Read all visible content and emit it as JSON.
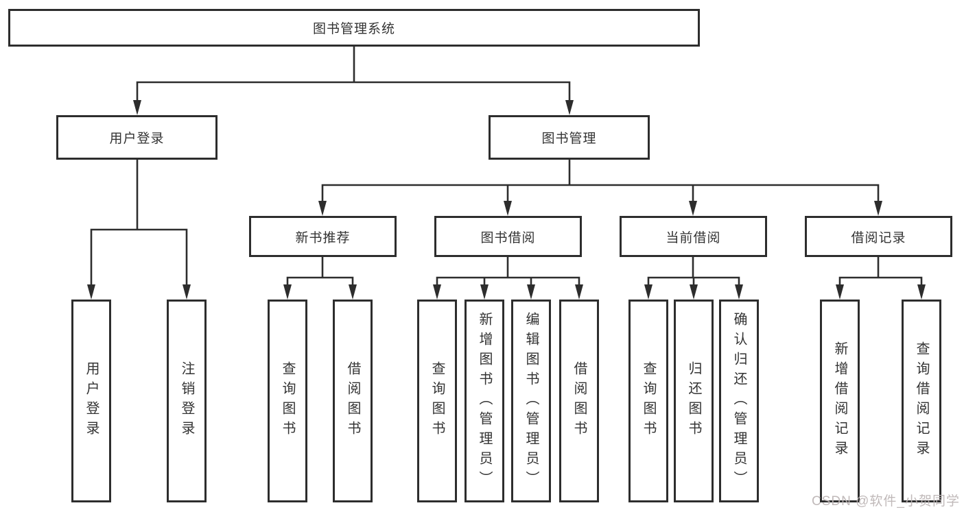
{
  "diagram_title": "图书管理系统",
  "nodes": {
    "root": {
      "label": "图书管理系统"
    },
    "l2": [
      {
        "label": "用户登录"
      },
      {
        "label": "图书管理"
      }
    ],
    "l3": [
      {
        "label": "新书推荐"
      },
      {
        "label": "图书借阅"
      },
      {
        "label": "当前借阅"
      },
      {
        "label": "借阅记录"
      }
    ],
    "leaves": [
      {
        "label": "用户登录"
      },
      {
        "label": "注销登录"
      },
      {
        "label": "查询图书"
      },
      {
        "label": "借阅图书"
      },
      {
        "label": "查询图书"
      },
      {
        "label": "新增图书（管理员）"
      },
      {
        "label": "编辑图书（管理员）"
      },
      {
        "label": "借阅图书"
      },
      {
        "label": "查询图书"
      },
      {
        "label": "归还图书"
      },
      {
        "label": "确认归还（管理员）"
      },
      {
        "label": "新增借阅记录"
      },
      {
        "label": "查询借阅记录"
      }
    ]
  },
  "hierarchy": [
    {
      "parent": "图书管理系统",
      "children": [
        "用户登录",
        "图书管理"
      ]
    },
    {
      "parent": "用户登录",
      "children": [
        "用户登录",
        "注销登录"
      ]
    },
    {
      "parent": "图书管理",
      "children": [
        "新书推荐",
        "图书借阅",
        "当前借阅",
        "借阅记录"
      ]
    },
    {
      "parent": "新书推荐",
      "children": [
        "查询图书",
        "借阅图书"
      ]
    },
    {
      "parent": "图书借阅",
      "children": [
        "查询图书",
        "新增图书（管理员）",
        "编辑图书（管理员）",
        "借阅图书"
      ]
    },
    {
      "parent": "当前借阅",
      "children": [
        "查询图书",
        "归还图书",
        "确认归还（管理员）"
      ]
    },
    {
      "parent": "借阅记录",
      "children": [
        "新增借阅记录",
        "查询借阅记录"
      ]
    }
  ],
  "watermark": {
    "text": "CSDN @软件_小贺同学"
  },
  "colors": {
    "line": "#2d2d2d",
    "text": "#333333",
    "background": "#ffffff",
    "watermark": "#bdb5b5"
  }
}
